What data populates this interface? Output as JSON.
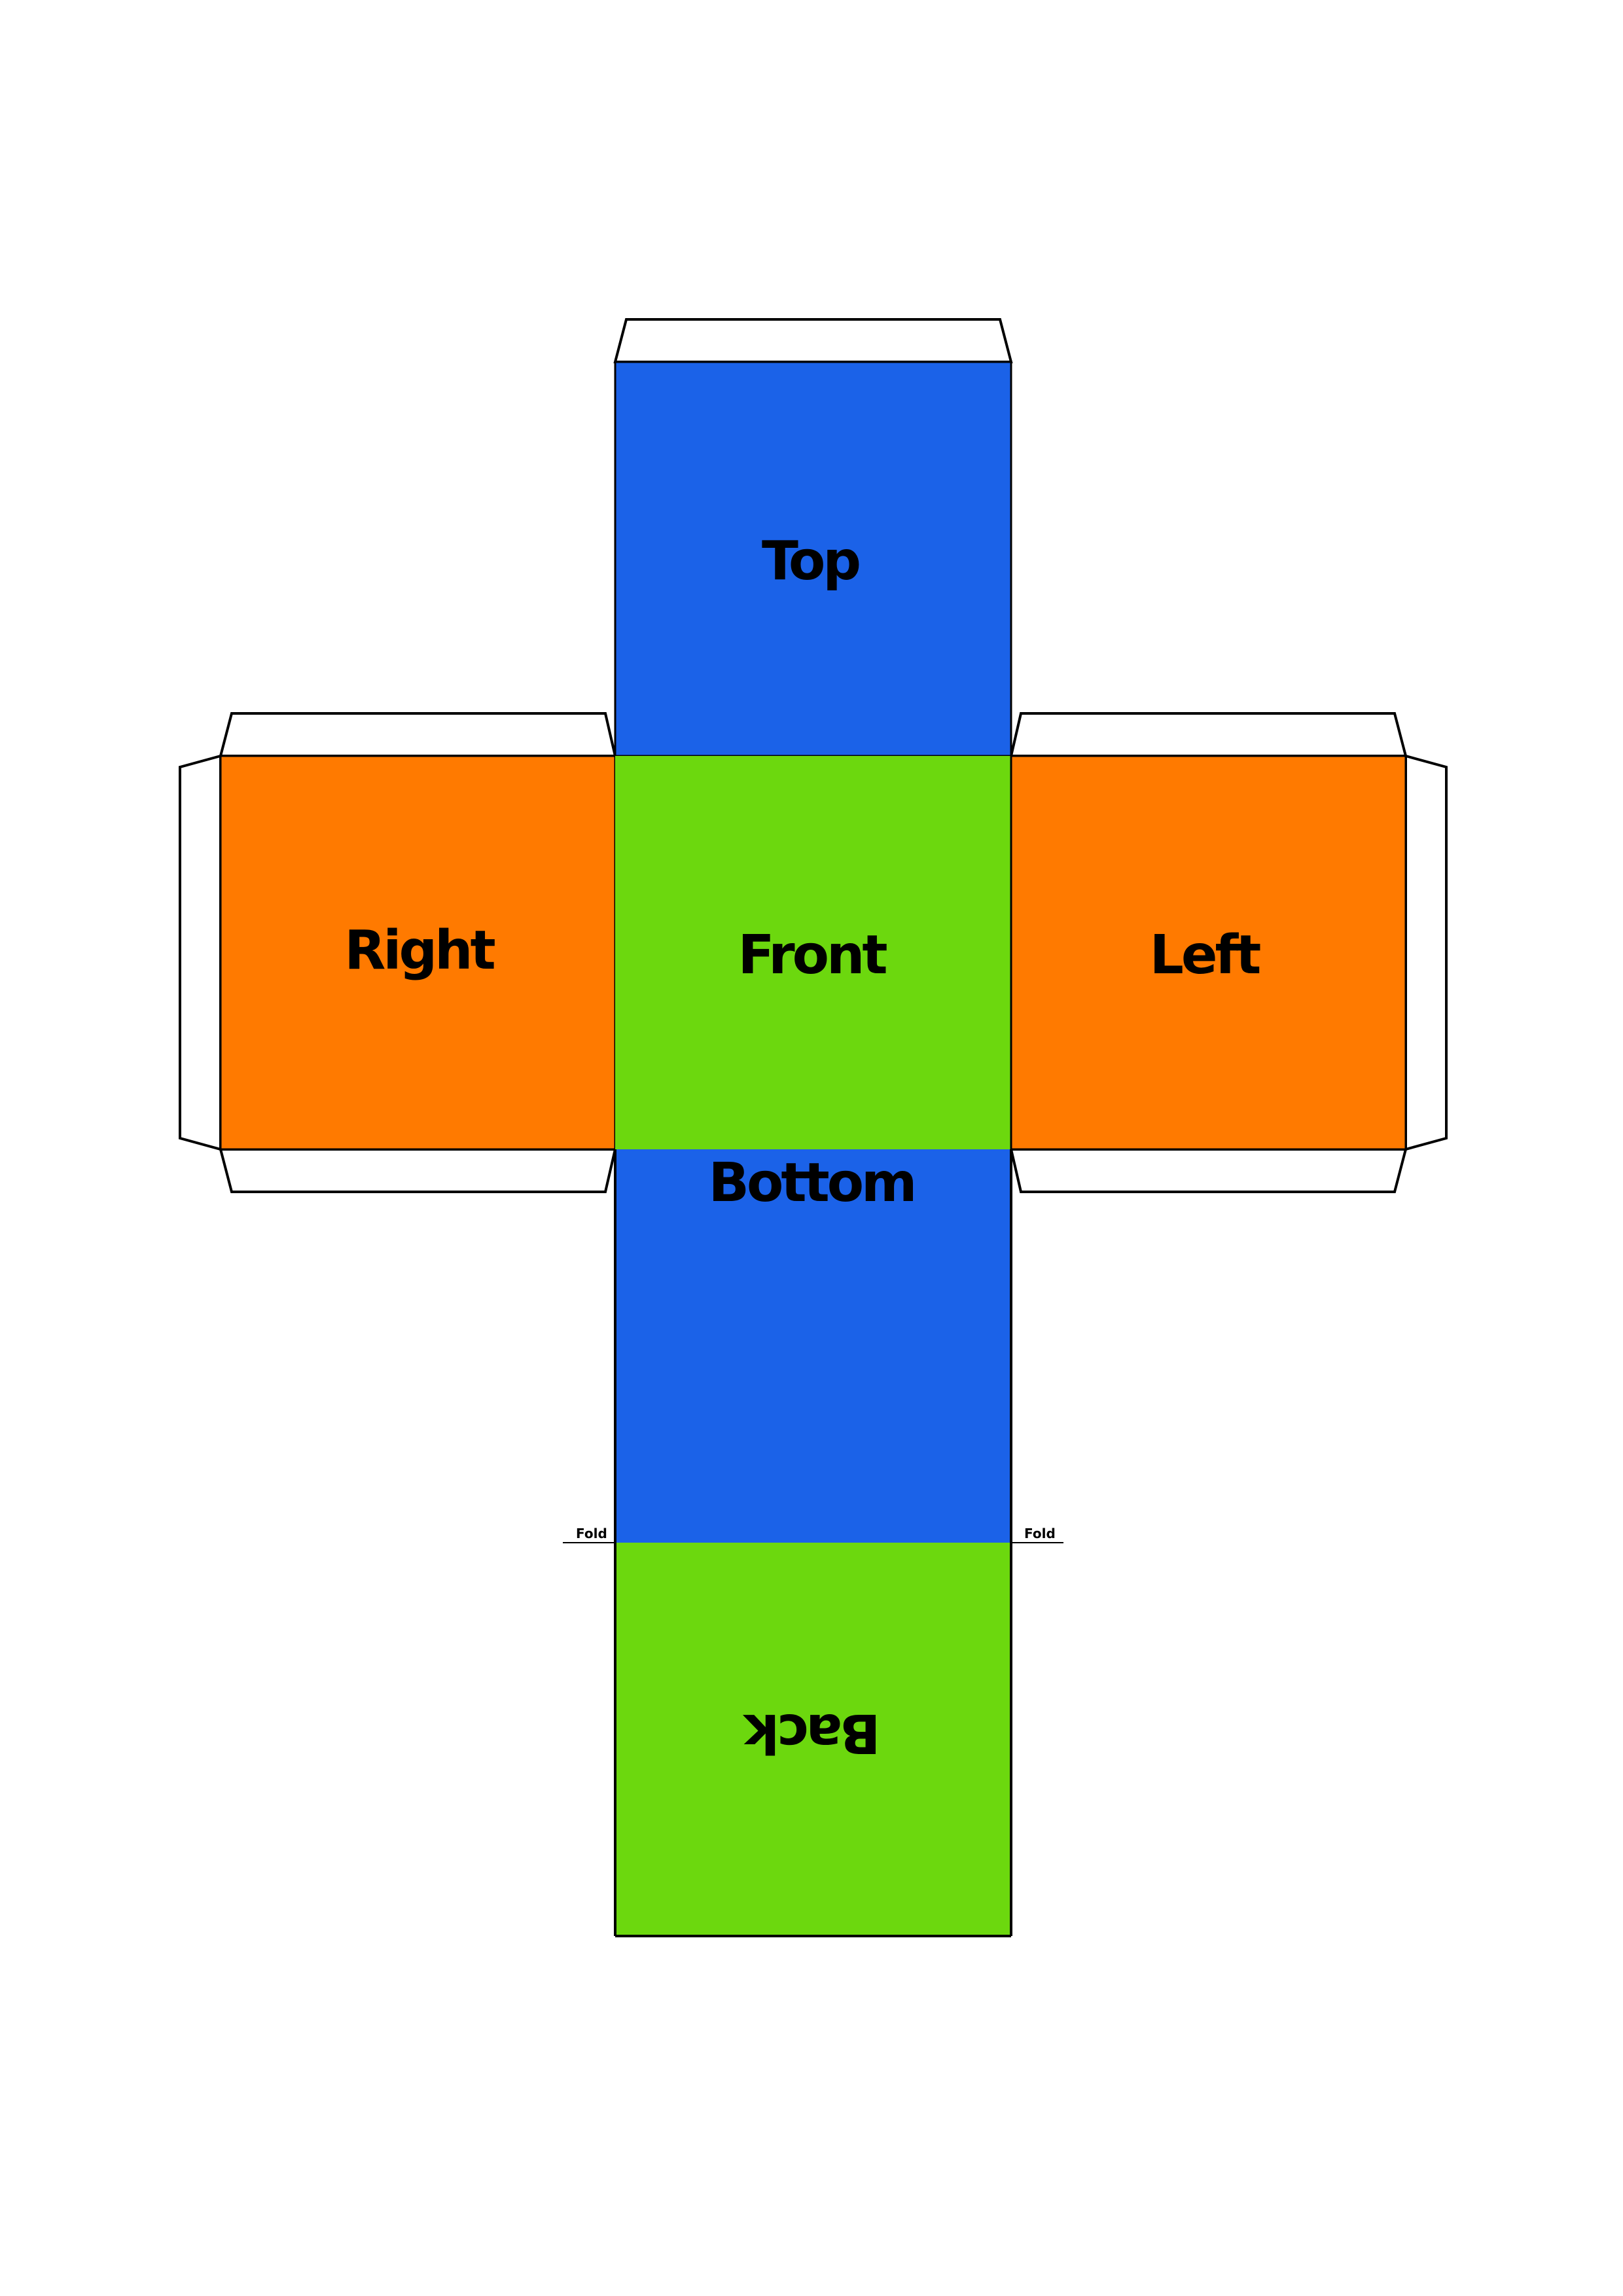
{
  "faces": {
    "top": {
      "label": "Top",
      "color": "#1b62e8"
    },
    "front": {
      "label": "Front",
      "color": "#6cd80e"
    },
    "right": {
      "label": "Right",
      "color": "#ff7a00"
    },
    "left": {
      "label": "Left",
      "color": "#ff7a00"
    },
    "bottom": {
      "label": "Bottom",
      "color": "#1b62e8"
    },
    "back": {
      "label": "Back",
      "color": "#6cd80e"
    }
  },
  "fold_marks": {
    "left": "Fold",
    "right": "Fold"
  },
  "colors": {
    "outline": "#000000",
    "tab_fill": "#ffffff"
  }
}
